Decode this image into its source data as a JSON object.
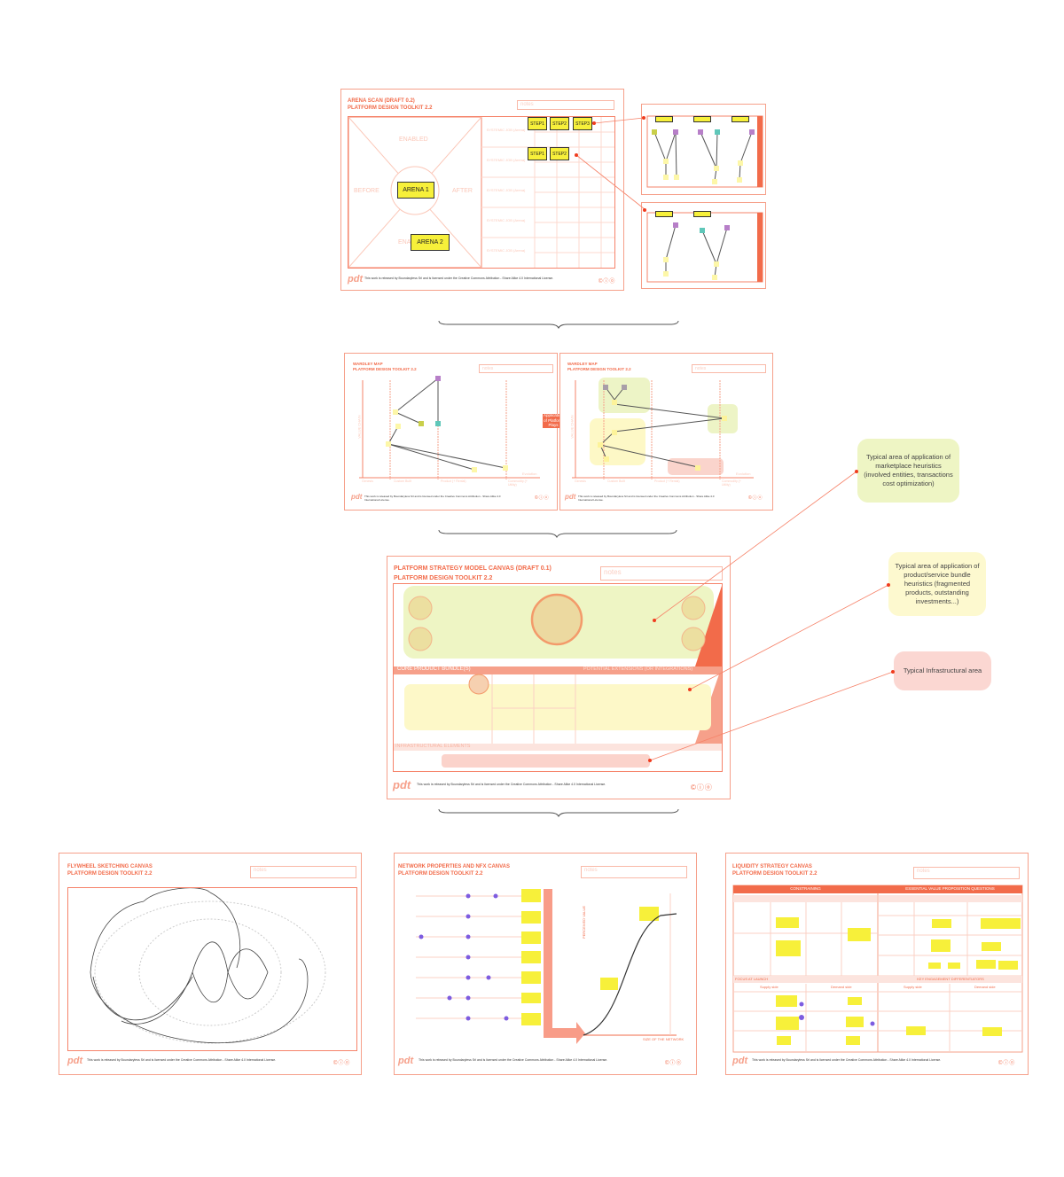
{
  "arena_scan": {
    "title": "ARENA SCAN (DRAFT 0.2)",
    "subtitle": "PLATFORM DESIGN TOOLKIT 2.2",
    "notes": "notes",
    "enabled": "ENABLED",
    "before": "BEFORE",
    "after": "AFTER",
    "enabling": "ENA",
    "arena1": "ARENA 1",
    "arena2": "ARENA 2",
    "row_label": "SYSTEMIC JOB (Arena)",
    "steps_row1": [
      "STEP1",
      "STEP2",
      "STEP3"
    ],
    "steps_row2": [
      "STEP1",
      "STEP2"
    ]
  },
  "wardley": [
    {
      "title": "WARDLEY MAP",
      "subtitle": "PLATFORM DESIGN TOOLKIT 2.2",
      "notes": "notes"
    },
    {
      "title": "WARDLEY MAP",
      "subtitle": "PLATFORM DESIGN TOOLKIT 2.2",
      "notes": "notes"
    }
  ],
  "wardley_axis": {
    "y": "VALUE CHAIN",
    "x": "Evolution",
    "phases": [
      "Genesis",
      "Custom Built",
      "Product (+ Rental)",
      "Commodity (+ Utility)"
    ]
  },
  "arrow_label": "Application of Platform Plays",
  "psmc": {
    "title": "PLATFORM STRATEGY MODEL CANVAS (DRAFT 0.1)",
    "subtitle": "PLATFORM DESIGN TOOLKIT 2.2",
    "notes": "notes",
    "core": "CORE PRODUCT BUNDLE(S)",
    "extensions": "POTENTIAL EXTENSIONS (OR INTEGRATIONS)",
    "infra": "INFRASTRUCTURAL ELEMENTS"
  },
  "callouts": [
    {
      "text": "Typical area of application of marketplace heuristics (involved entities, transactions cost optimization)",
      "color": "#eef5c4"
    },
    {
      "text": "Typical area of application of product/service bundle heuristics (fragmented products, outstanding investments...)",
      "color": "#fdf9cf"
    },
    {
      "text": "Typical Infrastructural area",
      "color": "#fbd7d2"
    }
  ],
  "bottom": [
    {
      "title": "FLYWHEEL SKETCHING CANVAS",
      "subtitle": "PLATFORM DESIGN TOOLKIT 2.2",
      "notes": "notes"
    },
    {
      "title": "NETWORK PROPERTIES AND NFX CANVAS",
      "subtitle": "PLATFORM DESIGN TOOLKIT 2.2",
      "notes": "notes",
      "xaxis": "SIZE OF THE NETWORK",
      "yaxis": "PERCEIVED VALUE"
    },
    {
      "title": "LIQUIDITY STRATEGY CANVAS",
      "subtitle": "PLATFORM DESIGN TOOLKIT 2.2",
      "notes": "notes",
      "constraining": "CONSTRAINING",
      "evpq": "ESSENTIAL VALUE PROPOSITION QUESTIONS",
      "focus": "FOCUS AT LAUNCH",
      "ked": "KEY ENGAGEMENT DIFFERENTIATORS",
      "supply": "Supply side",
      "demand": "Demand side"
    }
  ],
  "footer": {
    "logo": "pdt",
    "license": "This work is released by Boundaryless Srl and is licensed under the Creative Commons Attribution - Share Alike 4.0 International License.",
    "cc": "©ⓘⓞ"
  },
  "colors": {
    "accent": "#f26b4a",
    "border": "#f6a08a",
    "sticky": "#f7f03a"
  }
}
